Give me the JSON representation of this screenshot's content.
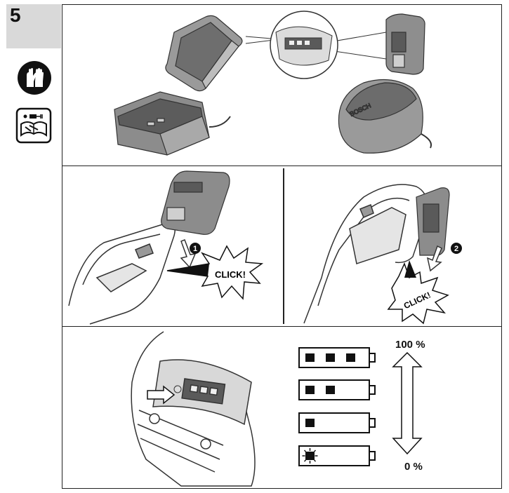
{
  "step": {
    "number": "5"
  },
  "icons": {
    "gloves": "gloves-icon",
    "manual": "read-manual-icon"
  },
  "panel2": {
    "left_click": "CLICK!",
    "left_marker": "1",
    "right_click": "CLICK!",
    "right_marker": "2"
  },
  "panel3": {
    "top_label": "100 %",
    "bottom_label": "0 %",
    "charge_levels": [
      {
        "bars": 3,
        "blinking": false
      },
      {
        "bars": 2,
        "blinking": false
      },
      {
        "bars": 1,
        "blinking": false
      },
      {
        "bars": 1,
        "blinking": true
      }
    ]
  }
}
